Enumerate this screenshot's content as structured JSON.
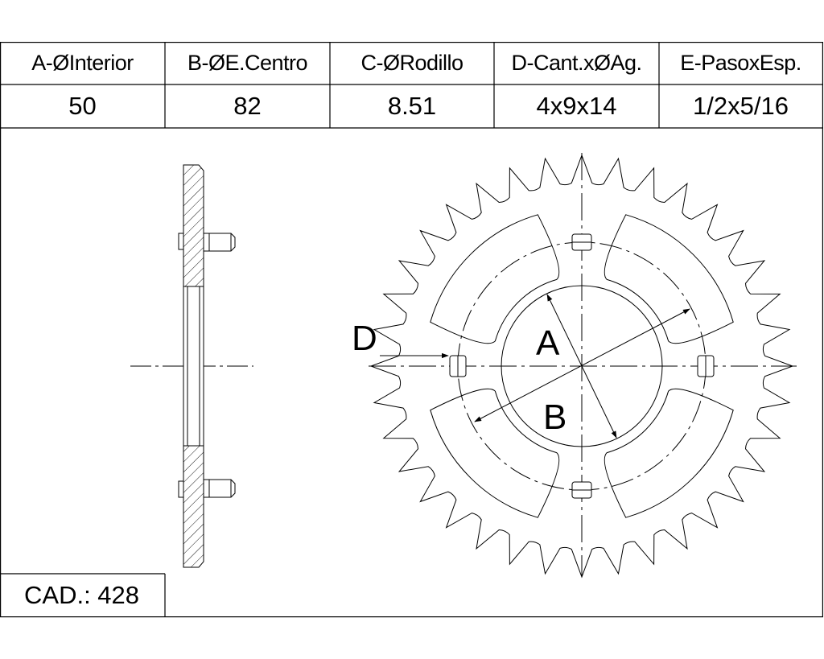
{
  "spec_table": {
    "headers": [
      "A-ØInterior",
      "B-ØE.Centro",
      "C-ØRodillo",
      "D-Cant.xØAg.",
      "E-PasoxEsp."
    ],
    "values": [
      "50",
      "82",
      "8.51",
      "4x9x14",
      "1/2x5/16"
    ]
  },
  "cad": {
    "label": "CAD.: 428"
  },
  "drawing": {
    "label_a": "A",
    "label_b": "B",
    "label_d": "D",
    "teeth": 36,
    "bolt_holes": 4,
    "lightening_windows": 4
  }
}
